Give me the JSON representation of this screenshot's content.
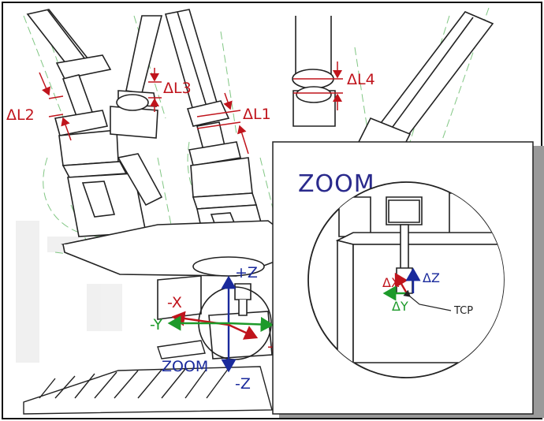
{
  "labels": {
    "dl1": "ΔL1",
    "dl2": "ΔL2",
    "dl3": "ΔL3",
    "dl4": "ΔL4",
    "plus_z": "+Z",
    "minus_z": "-Z",
    "minus_x": "-X",
    "minus_y": "-Y",
    "plus_x_partial": "+",
    "zoom_main": "ZOOM"
  },
  "zoom_panel": {
    "title": "ZOOM",
    "dx": "ΔX",
    "dy": "ΔY",
    "dz": "ΔZ",
    "tcp": "TCP"
  },
  "colors": {
    "red": "#c0141c",
    "blue": "#1a2a9c",
    "green": "#1d9a2a",
    "zoom_title": "#2a2a8c",
    "ghost": "#4caf50"
  }
}
